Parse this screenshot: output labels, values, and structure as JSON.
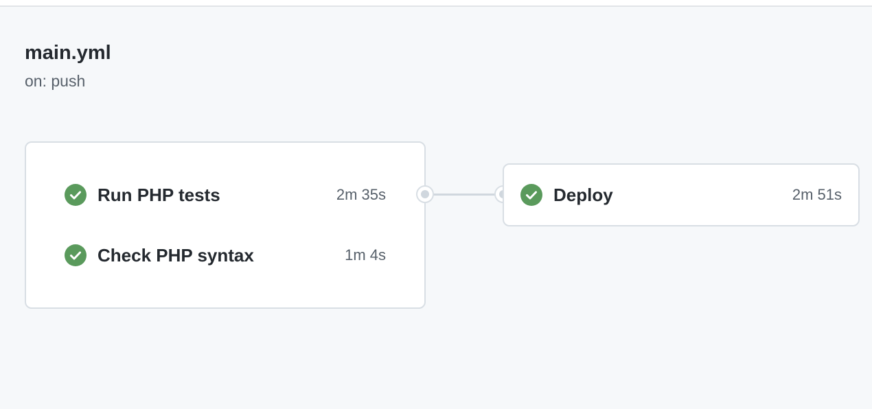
{
  "workflow": {
    "title": "main.yml",
    "trigger": "on: push"
  },
  "colors": {
    "success": "#5a9a5c",
    "background": "#f6f8fa",
    "card": "#ffffff",
    "border": "#d8dee4"
  },
  "jobs": [
    {
      "name": "Run PHP tests",
      "duration": "2m 35s",
      "status": "success",
      "icon": "check-circle-icon"
    },
    {
      "name": "Check PHP syntax",
      "duration": "1m 4s",
      "status": "success",
      "icon": "check-circle-icon"
    },
    {
      "name": "Deploy",
      "duration": "2m 51s",
      "status": "success",
      "icon": "check-circle-icon"
    }
  ]
}
